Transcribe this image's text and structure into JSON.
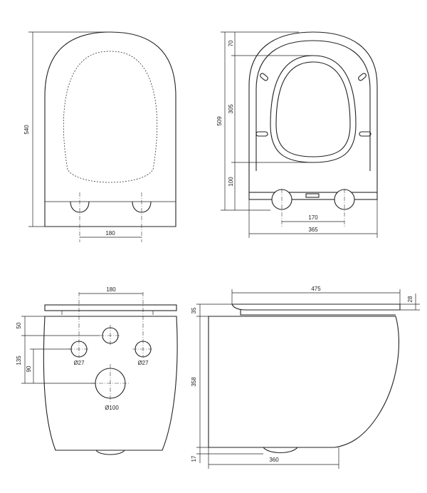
{
  "views": {
    "top_seat": {
      "height": "540",
      "bracket_spacing": "180"
    },
    "top_bowl": {
      "depth": "509",
      "rear_offset": "70",
      "opening_length": "305",
      "front_offset": "100",
      "bracket_spacing": "170",
      "width": "365"
    },
    "rear": {
      "bolt_spacing": "180",
      "top_to_supply": "50",
      "top_to_drain": "135",
      "bolt_to_drain": "90",
      "bolt_hole_left": "Ø27",
      "bolt_hole_right": "Ø27",
      "drain": "Ø100"
    },
    "side": {
      "length": "475",
      "seat_thickness": "28",
      "seat_to_top": "35",
      "bowl_height": "358",
      "drain_offset": "17",
      "drain_length": "360"
    }
  }
}
